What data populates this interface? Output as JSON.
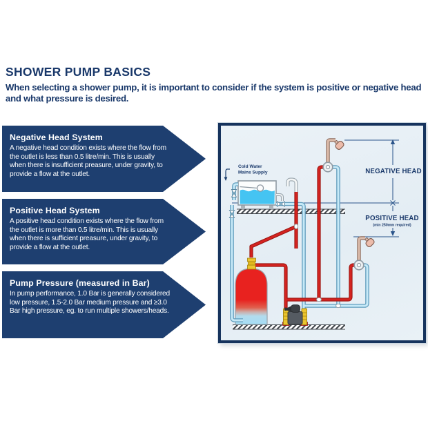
{
  "header": {
    "title": "SHOWER PUMP BASICS",
    "intro": "When selecting a shower pump, it is important to consider if the system is positive or negative head and what pressure is desired."
  },
  "callouts": [
    {
      "heading": "Negative Head System",
      "body": "A negative head condition exists where the flow from the outlet is less than 0.5 litre/min. This is usually when there is insufficient preasure, under gravity, to provide a flow at the outlet."
    },
    {
      "heading": "Positive Head System",
      "body": "A positive head condition exists where the flow from the outlet is more than 0.5 litre/min. This is usually when there is sufficient preasure, under gravity, to provide a flow at the outlet."
    },
    {
      "heading": "Pump Pressure (measured in Bar)",
      "body": "In pump performance, 1.0 Bar is generally considered low pressure, 1.5-2.0 Bar medium pressure and ≥3.0 Bar high pressure, eg. to run multiple showers/heads."
    }
  ],
  "diagram": {
    "tank_label_line1": "Cold Water",
    "tank_label_line2": "Mains Supply",
    "negative_head_label": "NEGATIVE HEAD",
    "positive_head_label": "POSITIVE HEAD",
    "positive_head_note": "(min 250mm required)",
    "colors": {
      "navy": "#19386a",
      "callout_bg": "#1e3f70",
      "panel_border": "#16335d",
      "hot_pipe": "#d42320",
      "cold_pipe": "#c6e9f7",
      "tank_water": "#45c4f2",
      "shower_head": "#ecbcab",
      "brass": "#ecc52f"
    }
  }
}
